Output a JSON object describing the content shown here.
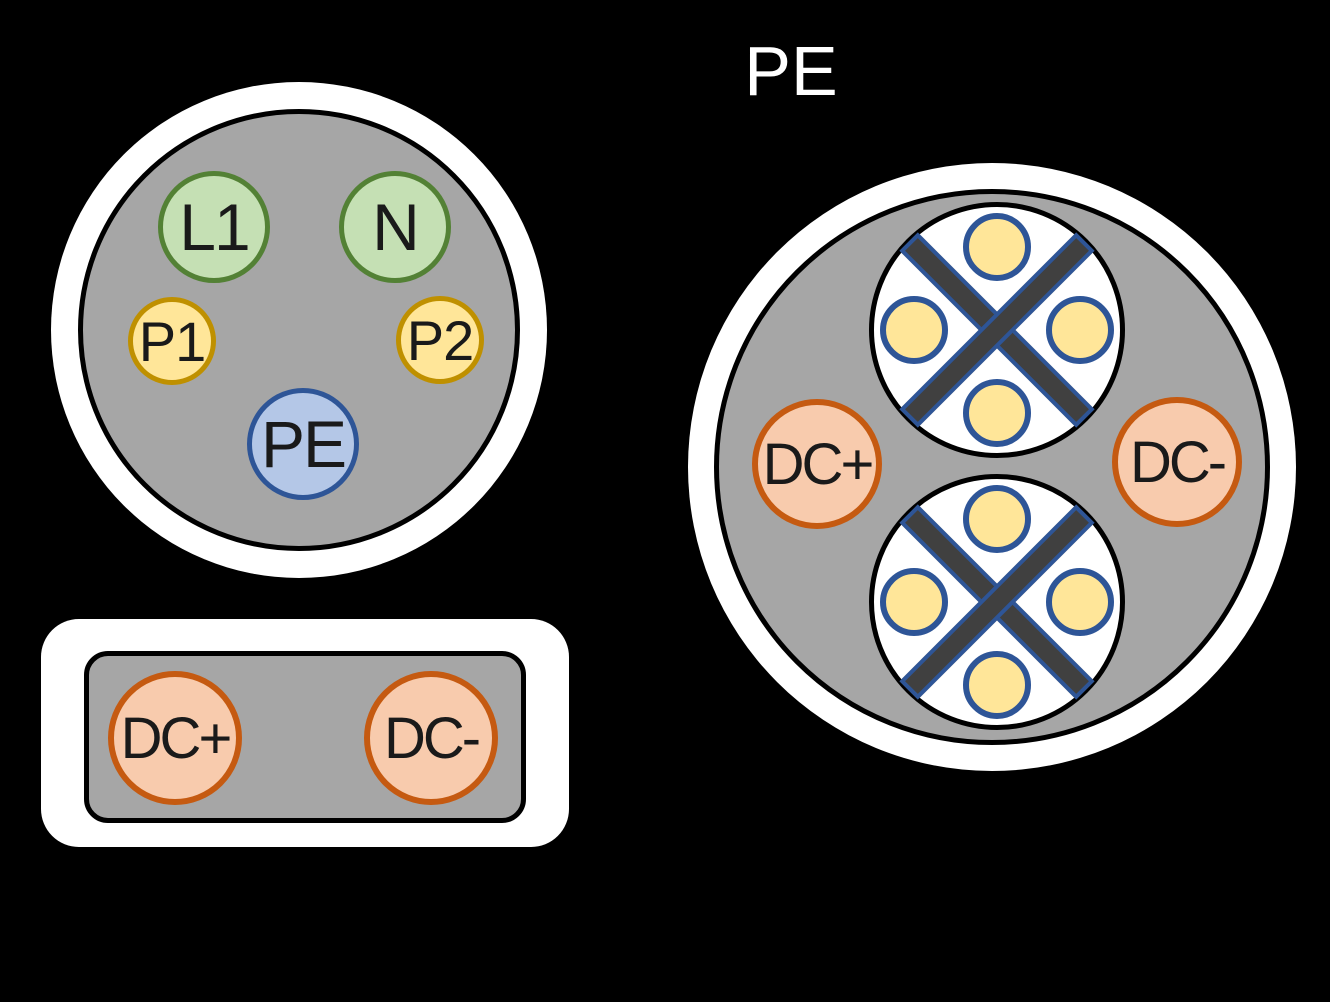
{
  "palette": {
    "background": "#000000",
    "housing_white": "#ffffff",
    "body_gray": "#a6a6a6",
    "outline_black": "#000000",
    "ac_phase_fill": "#c5e0b4",
    "ac_phase_border": "#538135",
    "pilot_fill": "#ffe699",
    "pilot_border": "#bf9000",
    "pe_fill": "#b4c7e7",
    "pe_border": "#2e5597",
    "dc_fill": "#f8cbad",
    "dc_border": "#c55a11",
    "data_wire_fill": "#ffe699",
    "data_wire_border": "#2e5597",
    "shield_cross_fill": "#404040",
    "shield_cross_border": "#2e5597"
  },
  "ac_connector": {
    "pins": [
      {
        "id": "L1",
        "label": "L1"
      },
      {
        "id": "N",
        "label": "N"
      },
      {
        "id": "P1",
        "label": "P1"
      },
      {
        "id": "P2",
        "label": "P2"
      },
      {
        "id": "PE",
        "label": "PE"
      }
    ]
  },
  "dc_connector": {
    "pins": [
      {
        "id": "DC+",
        "label": "DC+"
      },
      {
        "id": "DC-",
        "label": "DC-"
      }
    ]
  },
  "hybrid_connector": {
    "shield_label": "PE",
    "dc_pins": [
      {
        "id": "DC+",
        "label": "DC+"
      },
      {
        "id": "DC-",
        "label": "DC-"
      }
    ],
    "data_pods": [
      {
        "id": "top-pod",
        "wire_count": 4
      },
      {
        "id": "bottom-pod",
        "wire_count": 4
      }
    ]
  }
}
